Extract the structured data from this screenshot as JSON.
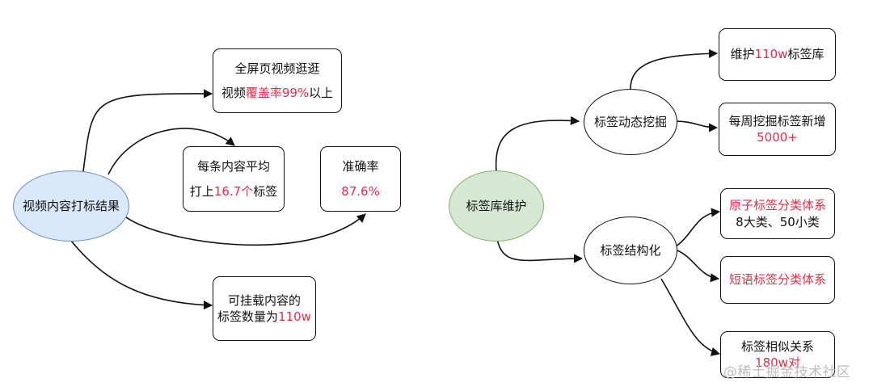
{
  "left": {
    "root": {
      "label": "视频内容打标结果",
      "fill": "#dae8fc",
      "stroke": "#6c8ebf"
    },
    "fullscreen": {
      "line1": "全屏页视频逛逛",
      "line2_pre": "视频",
      "line2_highlight": "覆盖率99%",
      "line2_post": "以上"
    },
    "avg": {
      "line1": "每条内容平均",
      "line2_pre": "打上",
      "line2_highlight": "16.7个",
      "line2_post": "标签"
    },
    "accuracy": {
      "line1": "准确率",
      "line2_highlight": "87.6%"
    },
    "mountable": {
      "line1": "可挂载内容的",
      "line2_pre": "标签数量为",
      "line2_highlight": "110w"
    }
  },
  "right": {
    "root": {
      "label": "标签库维护",
      "fill": "#d5e8d4",
      "stroke": "#82b366"
    },
    "mining": {
      "label": "标签动态挖掘"
    },
    "maintain": {
      "pre": "维护",
      "highlight": "110w",
      "post": "标签库"
    },
    "weekly": {
      "line1": "每周挖掘标签新增",
      "line2_highlight": "5000+"
    },
    "structure": {
      "label": "标签结构化"
    },
    "atomic": {
      "line1_highlight": "原子标签分类体系",
      "line2": "8大类、50小类"
    },
    "phrase": {
      "line1_highlight": "短语标签分类体系"
    },
    "similar": {
      "line1": "标签相似关系",
      "line2_highlight": "180w对"
    }
  },
  "watermark": "@稀土掘金技术社区",
  "colors": {
    "highlight": "#ee2b47",
    "stroke": "#111111"
  }
}
